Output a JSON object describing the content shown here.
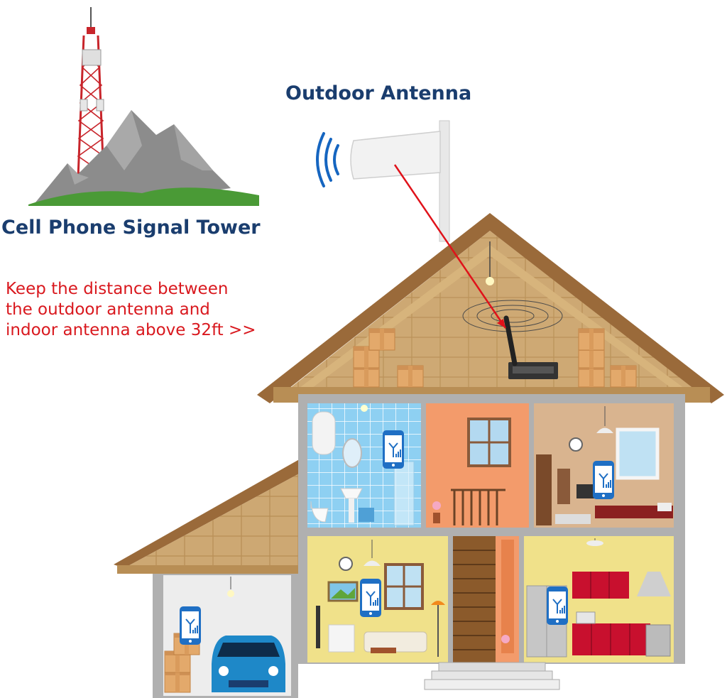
{
  "labels": {
    "outdoor_antenna": "Outdoor Antenna",
    "signal_tower": "Cell Phone Signal Tower",
    "distance_note": "Keep the distance between\nthe outdoor antenna and\nindoor antenna above 32ft >>"
  },
  "colors": {
    "title_blue": "#1a3d6e",
    "note_red": "#d9181e",
    "roof_wood": "#c9a46a",
    "house_wall": "#b0b0b0",
    "mountain": "#8c8c8c",
    "grass": "#4a9a36",
    "tower_red": "#c8252b",
    "signal_blue": "#1565c0",
    "car_blue": "#1e88c8"
  },
  "icons": [
    "signal-tower-icon",
    "mountain-icon",
    "outdoor-antenna-icon",
    "wifi-waves-icon",
    "signal-booster-icon",
    "phone-signal-icon",
    "car-icon"
  ]
}
